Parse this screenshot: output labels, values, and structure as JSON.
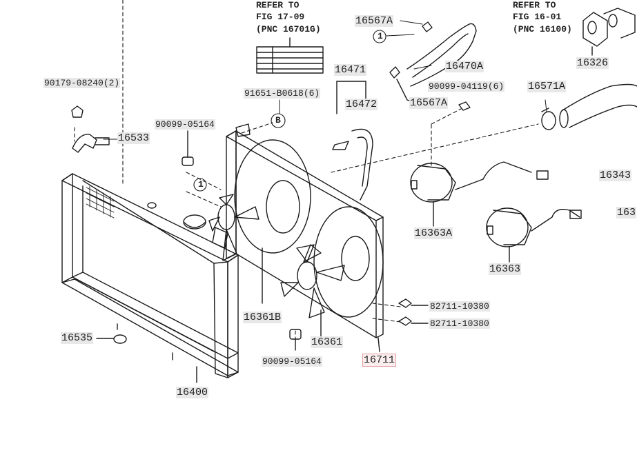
{
  "refs": {
    "ref1_line1": "REFER TO",
    "ref1_line2": "FIG 17-09",
    "ref1_line3": "(PNC 16701G)",
    "ref2_line1": "REFER TO",
    "ref2_line2": "FIG 16-01",
    "ref2_line3": "(PNC 16100)"
  },
  "callouts": {
    "circle_1": "1",
    "circle_b": "B"
  },
  "parts": {
    "p90179": "90179-08240(2)",
    "p16533": "16533",
    "p90099_05164_top": "90099-05164",
    "p91651": "91651-B0618(6)",
    "p16471": "16471",
    "p16472": "16472",
    "p16567a_top": "16567A",
    "p16470a": "16470A",
    "p16567a_mid": "16567A",
    "p90099_04119": "90099-04119(6)",
    "p16571a": "16571A",
    "p16326": "16326",
    "p16343": "16343",
    "p163_edge": "163",
    "p16363a": "16363A",
    "p16363": "16363",
    "p82711_a": "82711-10380",
    "p82711_b": "82711-10380",
    "p16361b": "16361B",
    "p16361": "16361",
    "p16535": "16535",
    "p90099_05164_bottom": "90099-05164",
    "p16711": "16711",
    "p16400": "16400"
  },
  "colors": {
    "line": "#1a1a1a",
    "label_bg": "#e8e8e8",
    "highlight_border": "#e59c9c",
    "highlight_bg": "#fbeeee"
  }
}
